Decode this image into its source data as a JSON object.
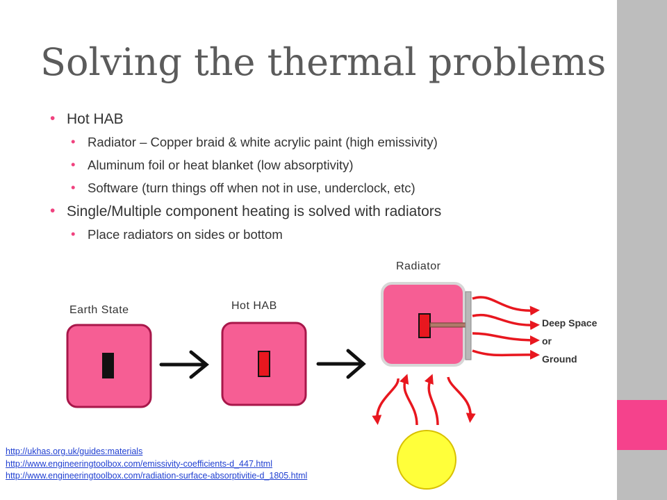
{
  "slide": {
    "title": "Solving the thermal problems",
    "bullets": {
      "hot_hab": "Hot HAB",
      "hot_hab_items": [
        "Radiator – Copper braid & white acrylic paint (high emissivity)",
        "Aluminum foil or heat blanket (low absorptivity)",
        "Software (turn things off when not in use, underclock, etc)"
      ],
      "component_heating": "Single/Multiple component heating is solved with radiators",
      "component_items": [
        "Place radiators on sides or bottom"
      ]
    },
    "diagram": {
      "earth_state_label": "Earth State",
      "hot_hab_label": "Hot HAB",
      "radiator_label": "Radiator",
      "deep_space_lines": [
        "Deep Space",
        "or",
        "Ground"
      ]
    },
    "links": [
      "http://ukhas.org.uk/guides:materials",
      "http://www.engineeringtoolbox.com/emissivity-coefficients-d_447.html",
      "http://www.engineeringtoolbox.com/radiation-surface-absorptivitie-d_1805.html"
    ],
    "colors": {
      "accent_pink": "#f5428c",
      "box_fill": "#f65e94",
      "box_border": "#a8174a",
      "heat_red": "#e8171f",
      "sun_yellow": "#ffff3a",
      "side_gray": "#bdbdbd",
      "link_blue": "#1f3fd1"
    }
  }
}
